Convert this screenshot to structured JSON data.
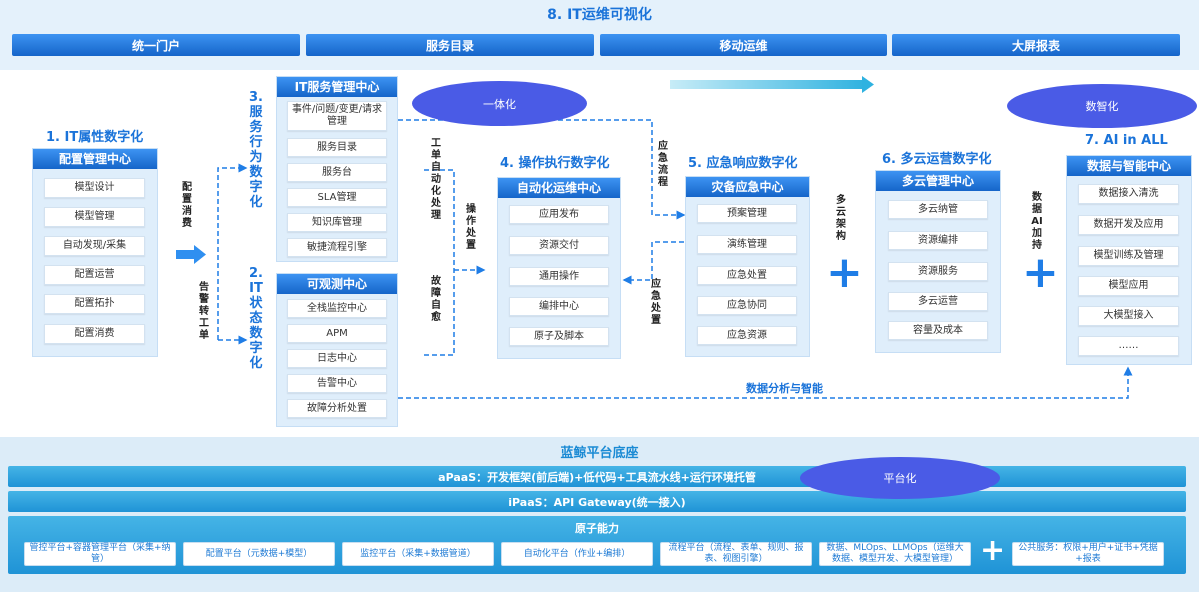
{
  "header": {
    "title": "8. IT运维可视化",
    "tabs": [
      "统一门户",
      "服务目录",
      "移动运维",
      "大屏报表"
    ]
  },
  "ovals": {
    "top_left": "一体化",
    "top_right": "数智化",
    "bottom": "平台化"
  },
  "sections": {
    "s1": {
      "title": "1. IT属性数字化",
      "panel_title": "配置管理中心",
      "items": [
        "模型设计",
        "模型管理",
        "自动发现/采集",
        "配置运营",
        "配置拓扑",
        "配置消费"
      ]
    },
    "s3": {
      "vertical_title": "3. 服务行为数字化",
      "panel_title": "IT服务管理中心",
      "items": [
        "事件/问题/变更/请求管理",
        "服务目录",
        "服务台",
        "SLA管理",
        "知识库管理",
        "敏捷流程引擎"
      ]
    },
    "s2": {
      "vertical_title": "2. IT状态数字化",
      "panel_title": "可观测中心",
      "items": [
        "全栈监控中心",
        "APM",
        "日志中心",
        "告警中心",
        "故障分析处置"
      ]
    },
    "s4": {
      "title": "4. 操作执行数字化",
      "panel_title": "自动化运维中心",
      "items": [
        "应用发布",
        "资源交付",
        "通用操作",
        "编排中心",
        "原子及脚本"
      ]
    },
    "s5": {
      "title": "5. 应急响应数字化",
      "panel_title": "灾备应急中心",
      "items": [
        "预案管理",
        "演练管理",
        "应急处置",
        "应急协同",
        "应急资源"
      ]
    },
    "s6": {
      "title": "6. 多云运营数字化",
      "panel_title": "多云管理中心",
      "items": [
        "多云纳管",
        "资源编排",
        "资源服务",
        "多云运营",
        "容量及成本"
      ]
    },
    "s7": {
      "title": "7. AI in ALL",
      "panel_title": "数据与智能中心",
      "items": [
        "数据接入清洗",
        "数据开发及应用",
        "模型训练及管理",
        "模型应用",
        "大模型接入",
        "……"
      ]
    }
  },
  "flow_labels": {
    "config_consume": "配置消费",
    "alert_ticket": "告警转工单",
    "ticket_auto": "工单自动化处理",
    "operate": "操作处置",
    "fault_self_heal": "故障自愈",
    "emergency_flow": "应急流程",
    "emergency_handle": "应急处置",
    "multicloud": "多云架构",
    "data_ai": "数据AI加持",
    "data_analysis": "数据分析与智能"
  },
  "platform": {
    "title": "蓝鲸平台底座",
    "apaas": "aPaaS：开发框架(前后端)+低代码+工具流水线+运行环境托管",
    "ipaas": "iPaaS：API Gateway(统一接入)",
    "atomic_title": "原子能力",
    "atomic_items": [
      "管控平台+容器管理平台（采集+纳管）",
      "配置平台（元数据+模型）",
      "监控平台（采集+数据管道）",
      "自动化平台（作业+编排）",
      "流程平台（流程、表单、规则、报表、视图引擎）",
      "数据、MLOps、LLMOps（运维大数据、模型开发、大模型管理）",
      "公共服务：权限+用户+证书+凭据+报表"
    ]
  }
}
